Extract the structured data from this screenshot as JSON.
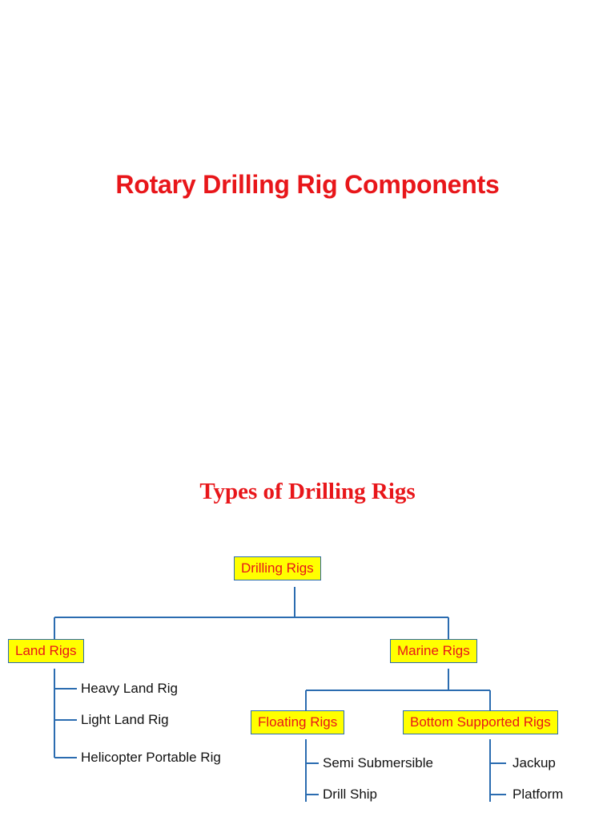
{
  "page": {
    "main_title": "Rotary Drilling Rig Components",
    "section_title": "Types of Drilling Rigs",
    "colors": {
      "title_red": "#e8161a",
      "node_fill": "#ffff00",
      "node_border": "#2b6cb0",
      "node_text": "#e8161a",
      "leaf_text": "#111111",
      "background": "#ffffff"
    }
  },
  "diagram": {
    "type": "tree",
    "root": {
      "label": "Drilling Rigs"
    },
    "branches": [
      {
        "label": "Land Rigs",
        "children": [
          {
            "label": "Heavy Land Rig"
          },
          {
            "label": "Light Land Rig"
          },
          {
            "label": "Helicopter Portable Rig"
          }
        ]
      },
      {
        "label": "Marine Rigs",
        "sub_branches": [
          {
            "label": "Floating Rigs",
            "children": [
              {
                "label": "Semi Submersible"
              },
              {
                "label": "Drill Ship"
              }
            ]
          },
          {
            "label": "Bottom Supported Rigs",
            "children": [
              {
                "label": "Jackup"
              },
              {
                "label": "Platform"
              }
            ]
          }
        ]
      }
    ]
  }
}
